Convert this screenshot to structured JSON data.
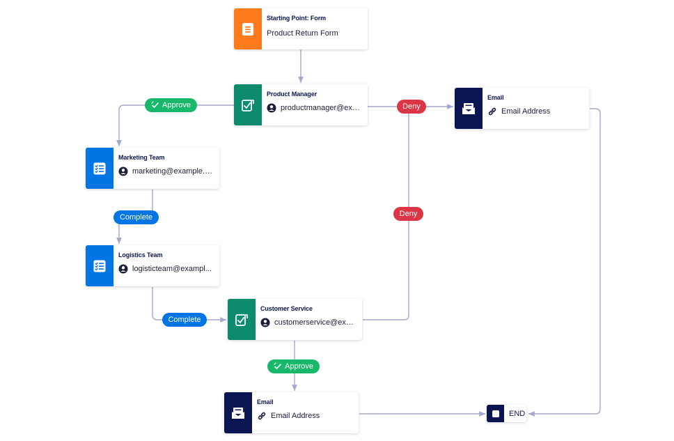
{
  "colors": {
    "form": "#ff7b1c",
    "approval": "#0d8c6d",
    "task": "#0075e3",
    "email": "#0a1551",
    "approve": "#18b86b",
    "deny": "#dc3545",
    "complete": "#0075e3",
    "wire": "#a3a9cc"
  },
  "nodes": {
    "start": {
      "title": "Starting Point: Form",
      "value": "Product Return Form",
      "icon": "form-icon"
    },
    "product_manager": {
      "title": "Product Manager",
      "value": "productmanager@exa...",
      "icon": "approval-icon"
    },
    "email_top": {
      "title": "Email",
      "value": "Email Address",
      "icon": "email-icon"
    },
    "marketing": {
      "title": "Marketing Team",
      "value": "marketing@example.c...",
      "icon": "task-list-icon"
    },
    "logistics": {
      "title": "Logistics Team",
      "value": "logisticteam@exampl...",
      "icon": "task-list-icon"
    },
    "customer_service": {
      "title": "Customer Service",
      "value": "customerservice@exa...",
      "icon": "approval-icon"
    },
    "email_bottom": {
      "title": "Email",
      "value": "Email Address",
      "icon": "email-icon"
    },
    "end": {
      "label": "END"
    }
  },
  "edges": {
    "approve_pm": "Approve",
    "deny_pm": "Deny",
    "complete_marketing": "Complete",
    "deny_cs": "Deny",
    "complete_logistics": "Complete",
    "approve_cs": "Approve"
  }
}
